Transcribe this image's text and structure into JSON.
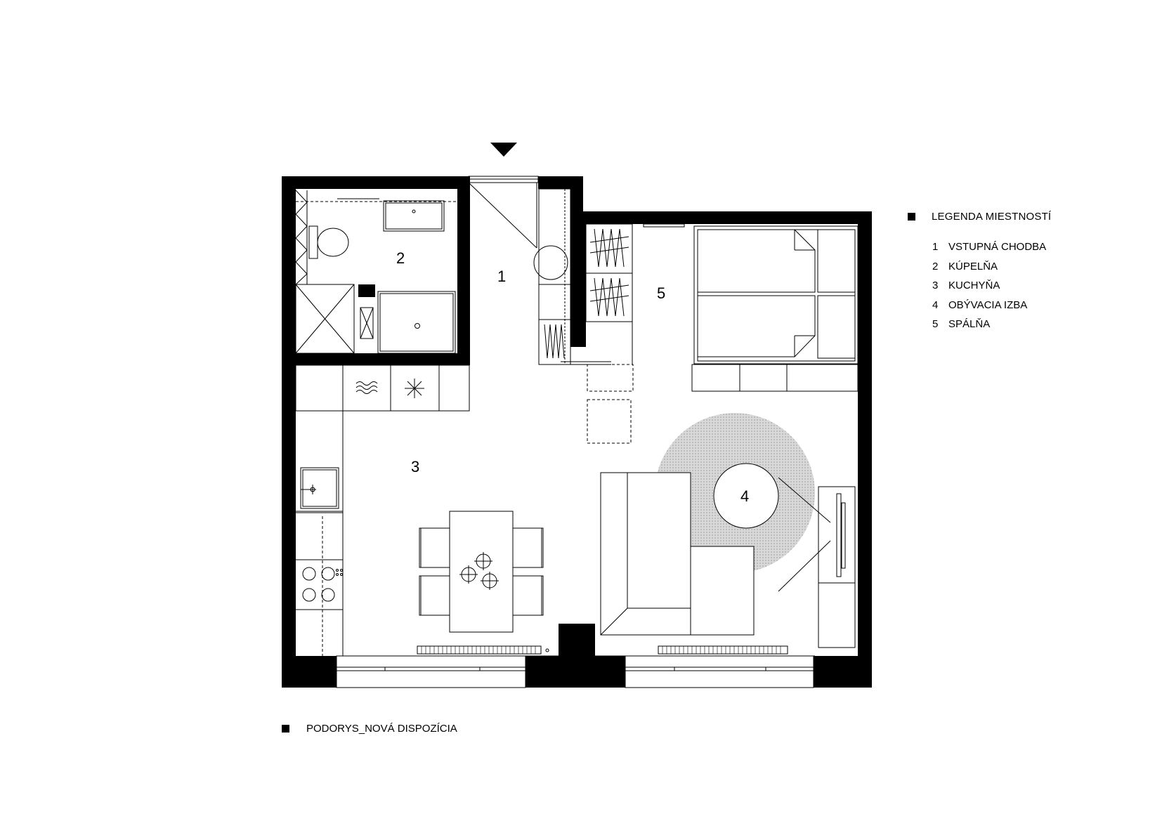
{
  "legend": {
    "title": "LEGENDA MIESTNOSTÍ",
    "items": [
      {
        "number": "1",
        "label": "VSTUPNÁ CHODBA"
      },
      {
        "number": "2",
        "label": "KÚPELŇA"
      },
      {
        "number": "3",
        "label": "KUCHYŇA"
      },
      {
        "number": "4",
        "label": "OBÝVACIA IZBA"
      },
      {
        "number": "5",
        "label": "SPÁLŇA"
      }
    ]
  },
  "caption": "PODORYS_NOVÁ DISPOZÍCIA",
  "rooms": {
    "r1": "1",
    "r2": "2",
    "r3": "3",
    "r4": "4",
    "r5": "5"
  },
  "colors": {
    "wall": "#000000",
    "line": "#000000",
    "rug": "#c9c9c9",
    "background": "#ffffff"
  }
}
